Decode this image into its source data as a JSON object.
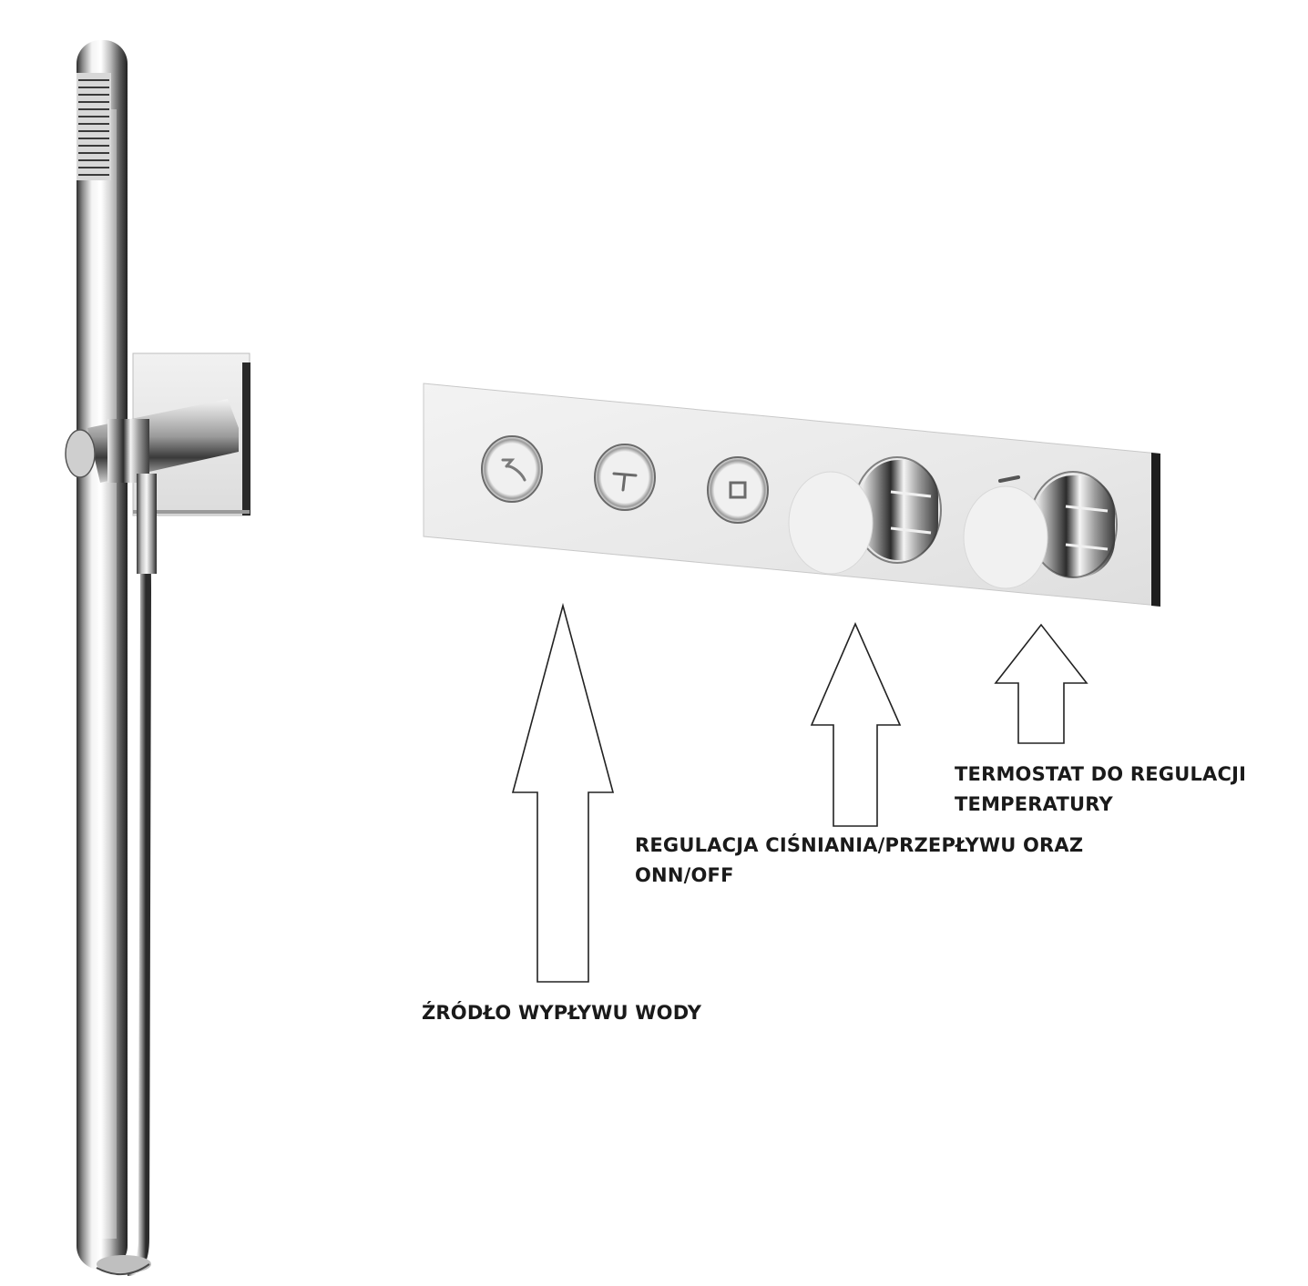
{
  "labels": {
    "water_source": {
      "line1": "ŹRÓDŁO WYPŁYWU WODY"
    },
    "pressure_flow": {
      "line1": "REGULACJA CIŚNIANIA/PRZEPŁYWU ORAZ",
      "line2": "ONN/OFF"
    },
    "thermostat": {
      "line1": "TERMOSTAT DO REGULACJI",
      "line2": "TEMPERATURY"
    }
  },
  "components": {
    "hand_shower": "hand-shower-with-wall-bracket",
    "control_panel": "shower-control-panel",
    "buttons": [
      "hand-shower-button",
      "overhead-shower-button",
      "tub-spout-button"
    ],
    "knobs": [
      "flow-control-knob",
      "thermostat-knob"
    ]
  },
  "colors": {
    "chrome_light": "#f2f2f2",
    "chrome_mid": "#c8c8c8",
    "chrome_dark": "#3a3a3a",
    "arrow_stroke": "#222222",
    "text": "#1a1a1a"
  }
}
